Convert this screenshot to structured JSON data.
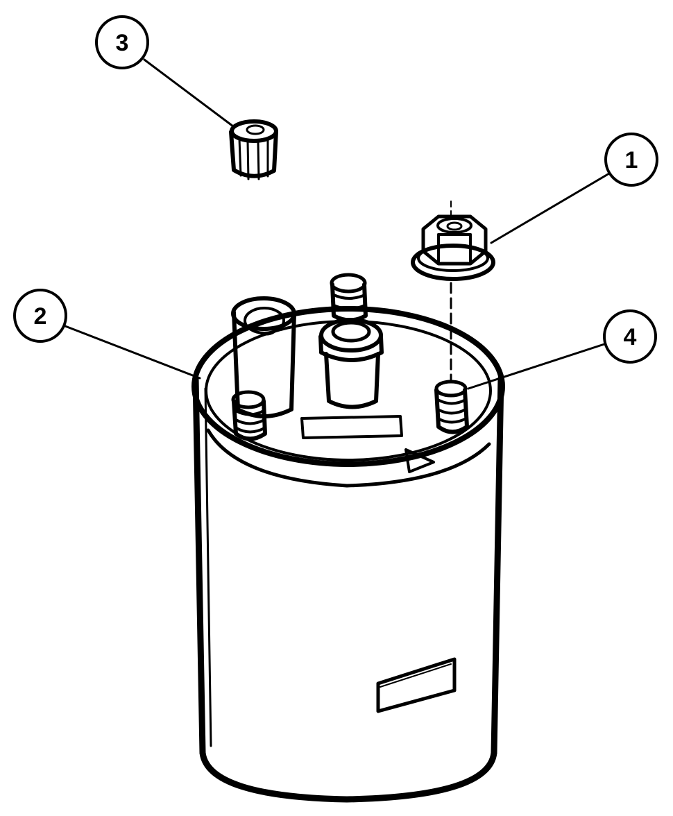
{
  "callouts": [
    {
      "id": "1",
      "label": "1",
      "part": "nut"
    },
    {
      "id": "2",
      "label": "2",
      "part": "capacitor-housing"
    },
    {
      "id": "3",
      "label": "3",
      "part": "terminal-cap"
    },
    {
      "id": "4",
      "label": "4",
      "part": "threaded-stud"
    }
  ],
  "colors": {
    "ink": "#000000",
    "paper": "#ffffff"
  }
}
